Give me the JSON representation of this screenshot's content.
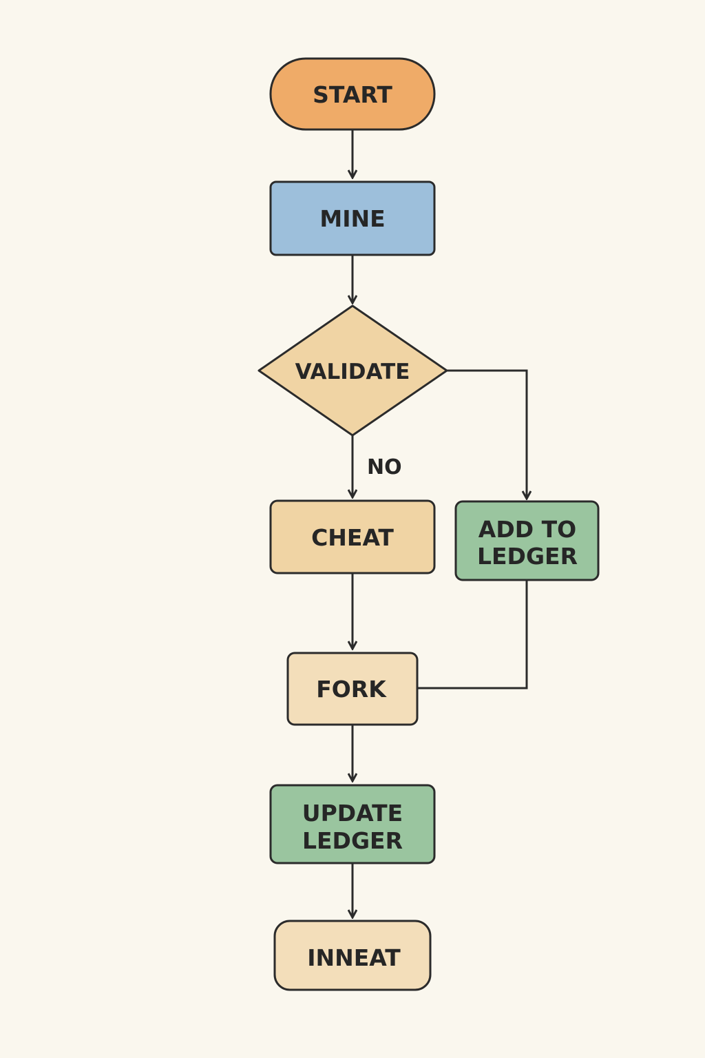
{
  "diagram": {
    "nodes": {
      "start": {
        "label": "START",
        "shape": "terminator",
        "fill": "#efab68"
      },
      "mine": {
        "label": "MINE",
        "shape": "process",
        "fill": "#9dbfdb"
      },
      "validate": {
        "label": "VALIDATE",
        "shape": "decision",
        "fill": "#f0d4a4"
      },
      "cheat": {
        "label": "CHEAT",
        "shape": "process",
        "fill": "#f0d4a4"
      },
      "add_to_ledger": {
        "label_lines": [
          "ADD TO",
          "LEDGER"
        ],
        "shape": "process",
        "fill": "#9ac59f"
      },
      "fork": {
        "label": "FORK",
        "shape": "process",
        "fill": "#f3deba"
      },
      "update_ledger": {
        "label_lines": [
          "UPDATE",
          "LEDGER"
        ],
        "shape": "process",
        "fill": "#9ac59f"
      },
      "inneat": {
        "label": "INNEAT",
        "shape": "terminator",
        "fill": "#f3deba"
      }
    },
    "edges": [
      {
        "from": "start",
        "to": "mine"
      },
      {
        "from": "mine",
        "to": "validate"
      },
      {
        "from": "validate",
        "to": "cheat",
        "label": "NO"
      },
      {
        "from": "validate",
        "to": "add_to_ledger"
      },
      {
        "from": "cheat",
        "to": "fork"
      },
      {
        "from": "add_to_ledger",
        "to": "fork"
      },
      {
        "from": "fork",
        "to": "update_ledger"
      },
      {
        "from": "update_ledger",
        "to": "inneat"
      }
    ],
    "colors": {
      "background": "#faf7ee",
      "stroke": "#2b2b2b",
      "text": "#262626"
    }
  }
}
